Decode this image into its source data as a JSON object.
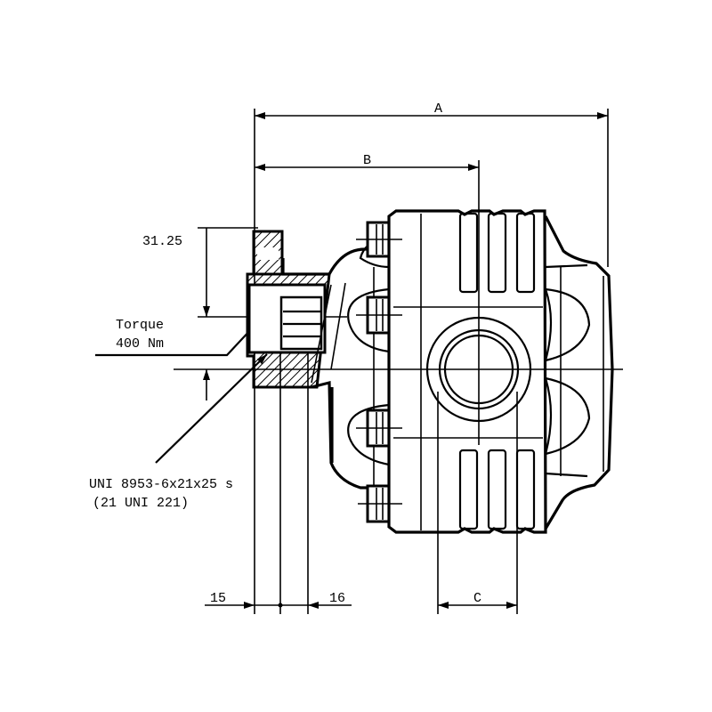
{
  "dimensions": {
    "a": "A",
    "b": "B",
    "c": "C",
    "flange_offset": "31.25",
    "left_15": "15",
    "right_16": "16"
  },
  "annotations": {
    "torque_label": "Torque",
    "torque_value": "400 Nm",
    "spline_spec": "UNI 8953-6x21x25 s",
    "spline_ref": "(21 UNI 221)"
  },
  "colors": {
    "line": "#000000",
    "background": "#ffffff"
  }
}
